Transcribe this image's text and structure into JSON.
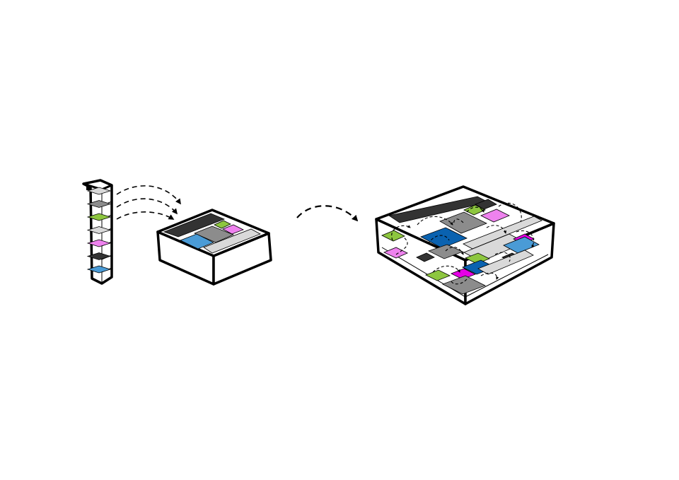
{
  "diagram": {
    "stages": [
      {
        "id": "tower",
        "kind": "stacked-levels"
      },
      {
        "id": "block-small",
        "kind": "merged-plan"
      },
      {
        "id": "block-large",
        "kind": "expanded-plan"
      }
    ],
    "colors": {
      "dark": "#333333",
      "grey": "#8c8c8c",
      "light_grey": "#d9d9d9",
      "green": "#8dc63f",
      "pink": "#ee82ee",
      "magenta": "#e600e6",
      "light_blue": "#4a9bd6",
      "dark_blue": "#0a62b0",
      "outline": "#000000"
    },
    "tower_level_colors": [
      "light_grey",
      "grey",
      "green",
      "light_grey",
      "pink",
      "dark",
      "light_blue"
    ]
  }
}
